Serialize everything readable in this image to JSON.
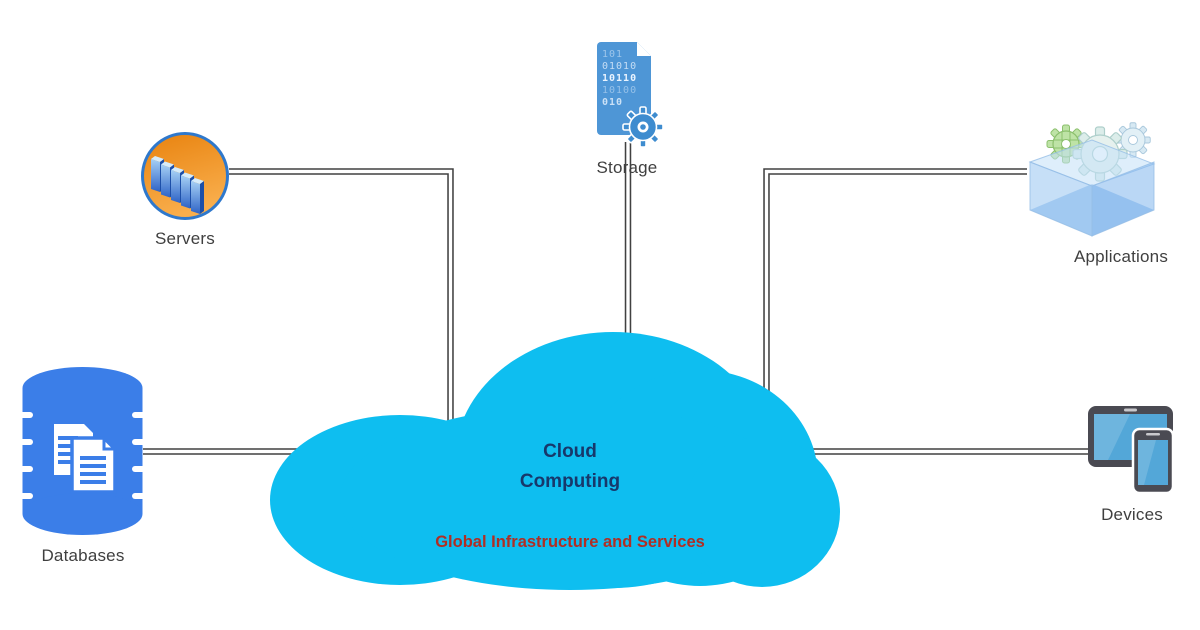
{
  "cloud": {
    "title_line1": "Cloud",
    "title_line2": "Computing",
    "subtitle": "Global Infrastructure and Services",
    "fill": "#0ebef0",
    "title_color": "#17386b",
    "subtitle_color": "#b02e24"
  },
  "nodes": [
    {
      "id": "servers",
      "label": "Servers",
      "icon": "servers-icon"
    },
    {
      "id": "storage",
      "label": "Storage",
      "icon": "storage-binary-file-gear-icon"
    },
    {
      "id": "applications",
      "label": "Applications",
      "icon": "applications-gears-box-icon"
    },
    {
      "id": "databases",
      "label": "Databases",
      "icon": "database-cylinder-documents-icon"
    },
    {
      "id": "devices",
      "label": "Devices",
      "icon": "devices-tablet-phone-icon"
    }
  ],
  "edges": [
    {
      "from": "Servers",
      "to": "Cloud Computing",
      "style": "double-line-elbow"
    },
    {
      "from": "Storage",
      "to": "Cloud Computing",
      "style": "double-line-straight"
    },
    {
      "from": "Applications",
      "to": "Cloud Computing",
      "style": "double-line-elbow"
    },
    {
      "from": "Databases",
      "to": "Cloud Computing",
      "style": "double-line-straight"
    },
    {
      "from": "Devices",
      "to": "Cloud Computing",
      "style": "double-line-straight"
    }
  ],
  "storage_icon": {
    "rows": [
      "101",
      "01010",
      "10110",
      "10100",
      "010"
    ]
  },
  "connectors": {
    "color": "#414141"
  },
  "label_color": "#3f3f3f"
}
